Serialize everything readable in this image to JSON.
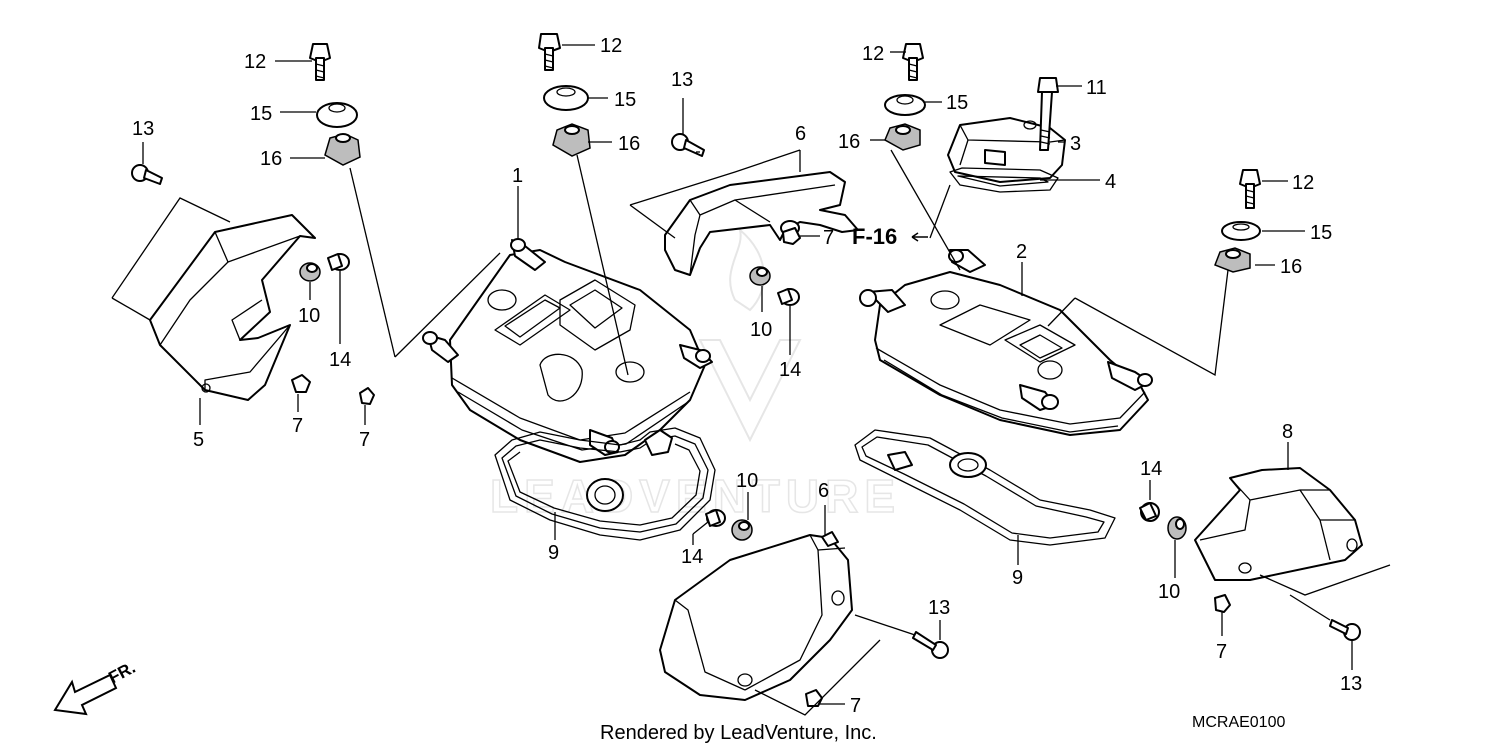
{
  "diagram": {
    "callouts": {
      "c1": "1",
      "c2": "2",
      "c3": "3",
      "c4": "4",
      "c5": "5",
      "c6a": "6",
      "c6b": "6",
      "c7a": "7",
      "c7b": "7",
      "c7c": "7",
      "c7d": "7",
      "c7e": "7",
      "c8": "8",
      "c9a": "9",
      "c9b": "9",
      "c10a": "10",
      "c10b": "10",
      "c10c": "10",
      "c10d": "10",
      "c11": "11",
      "c12a": "12",
      "c12b": "12",
      "c12c": "12",
      "c12d": "12",
      "c13a": "13",
      "c13b": "13",
      "c13c": "13",
      "c13d": "13",
      "c14a": "14",
      "c14b": "14",
      "c14c": "14",
      "c14d": "14",
      "c15a": "15",
      "c15b": "15",
      "c15c": "15",
      "c15d": "15",
      "c16a": "16",
      "c16b": "16",
      "c16c": "16",
      "c16d": "16"
    },
    "reference": "F-16",
    "front_indicator": "FR.",
    "credit": "Rendered by LeadVenture, Inc.",
    "diagram_code": "MCRAE0100",
    "watermark": "LEADVENTURE"
  }
}
